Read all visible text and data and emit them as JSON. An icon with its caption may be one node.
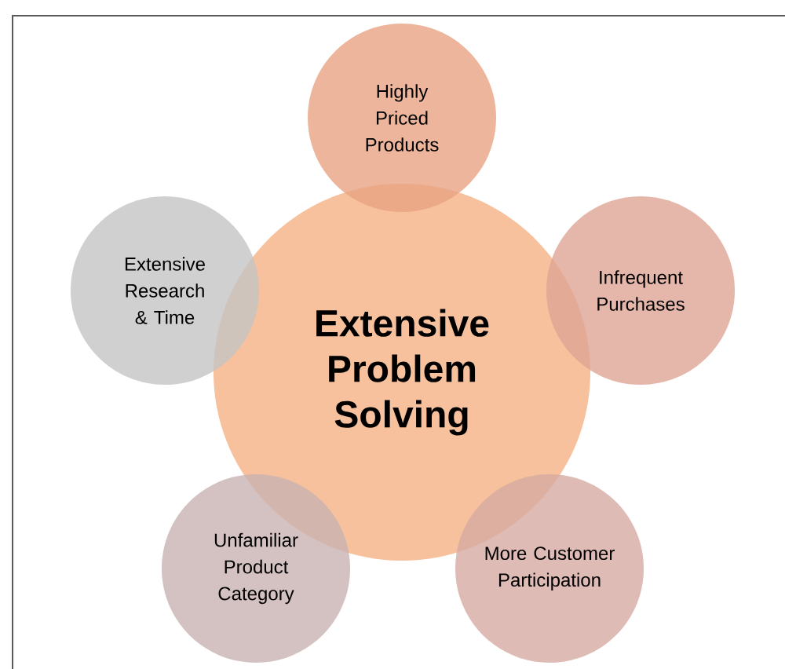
{
  "diagram": {
    "nodes": [
      {
        "text": [
          "Extensive Problem Solving"
        ]
      },
      {
        "text": [
          "Highly Priced Products"
        ]
      },
      {
        "text": [
          "Extensive Research & Time"
        ]
      },
      {
        "text": [
          "Infrequent Purchases"
        ]
      },
      {
        "text": [
          "Unfamiliar Product Category"
        ]
      },
      {
        "text": [
          "More Customer Participation"
        ]
      }
    ]
  }
}
